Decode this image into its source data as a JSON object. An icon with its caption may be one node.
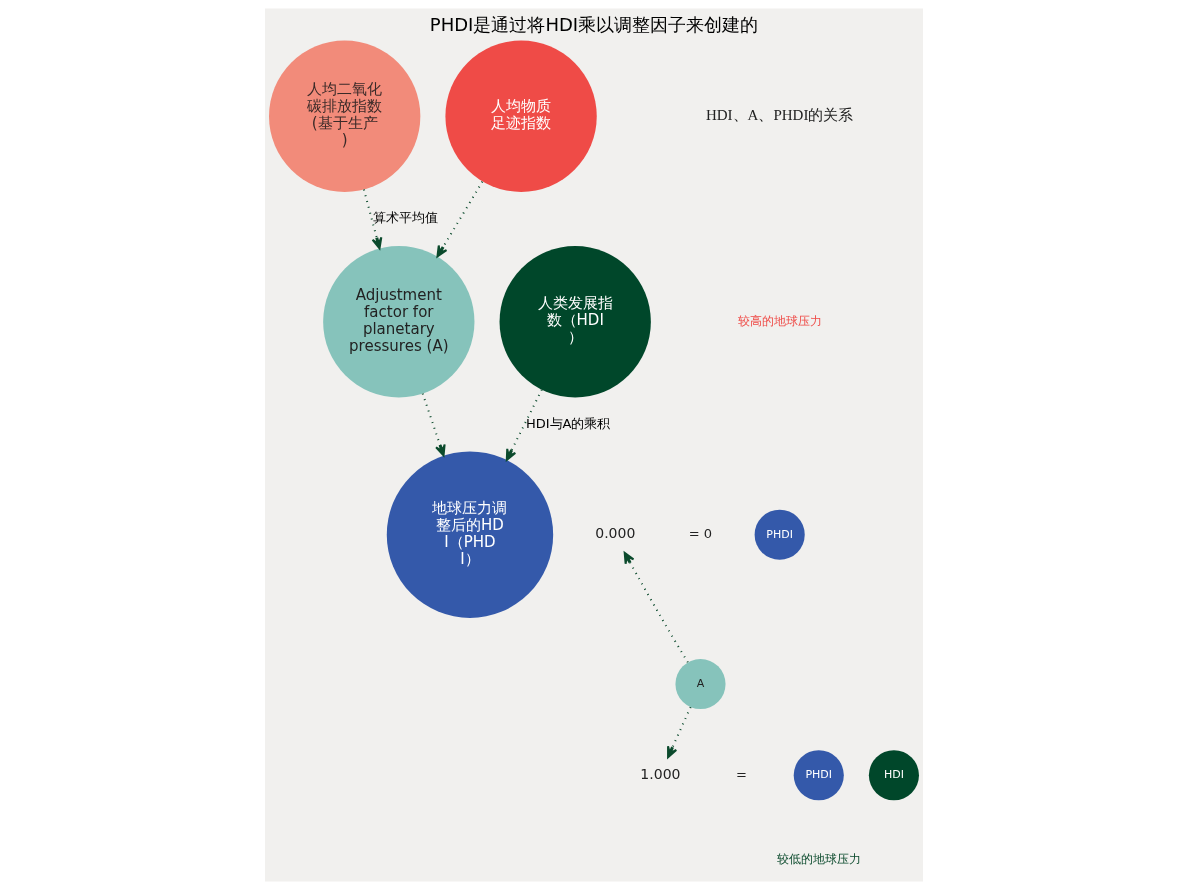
{
  "diagram": {
    "title": "PHDI是通过将HDI乘以调整因子来创建的",
    "nodes": [
      {
        "text": [
          "人均二氧化碳排放指数(基于生产)"
        ]
      },
      {
        "text": [
          "人均物质足迹指数"
        ]
      },
      {
        "text": [
          "人类发展指数（HDI）"
        ]
      },
      {
        "text": [
          "Adjustment factor for planetary pressures (A)"
        ]
      },
      {
        "text": [
          "地球压力调整后的HDI（PHDI）"
        ]
      },
      {
        "text": [
          "0.000"
        ]
      },
      {
        "text": [
          "PHDI"
        ]
      },
      {
        "text": [
          "A"
        ]
      },
      {
        "text": [
          "1.000"
        ]
      },
      {
        "text": [
          "PHDI"
        ]
      },
      {
        "text": [
          "HDI"
        ]
      }
    ],
    "edges": [
      {
        "from": 0,
        "to": 3,
        "arrow": "to",
        "label": "算术平均值"
      },
      {
        "from": 1,
        "to": 3,
        "arrow": "to"
      },
      {
        "from": 2,
        "to": 4,
        "arrow": "to",
        "label": "HDI与A的乘积"
      },
      {
        "from": 3,
        "to": 4,
        "arrow": "to"
      },
      {
        "from": 7,
        "to": 5,
        "arrow": "to"
      },
      {
        "from": 7,
        "to": 8,
        "arrow": "to"
      }
    ],
    "labels": [
      "HDI、A、PHDI的关系",
      "较高的地球压力",
      "= 0",
      "=",
      "较低的地球压力"
    ]
  }
}
